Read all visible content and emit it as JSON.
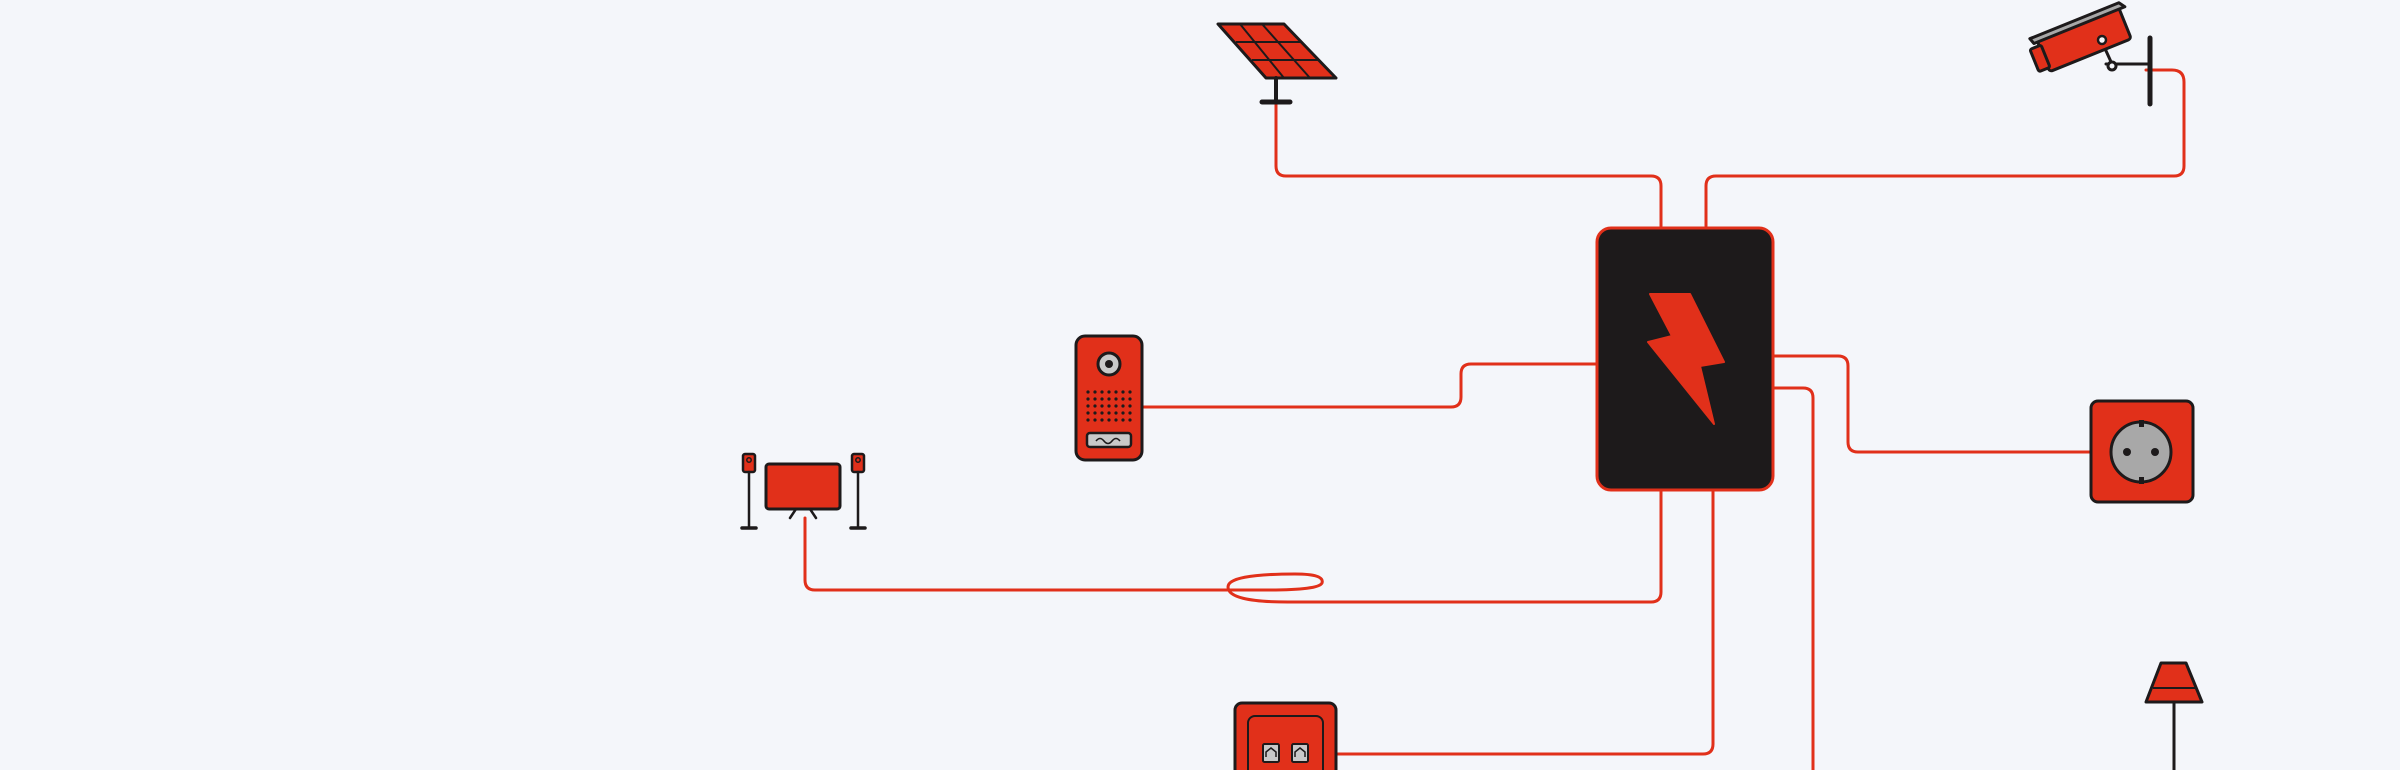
{
  "colors": {
    "background": "#f4f6fa",
    "accent": "#e1301a",
    "dark": "#1d1a1b",
    "light_gray": "#c9c9c9",
    "mid_gray": "#a8a8a8"
  },
  "hub": {
    "icon": "lightning-bolt-icon"
  },
  "devices": [
    {
      "id": "solar",
      "icon": "solar-panel-icon"
    },
    {
      "id": "camera",
      "icon": "security-camera-icon"
    },
    {
      "id": "intercom",
      "icon": "door-intercom-icon"
    },
    {
      "id": "outlet",
      "icon": "power-outlet-icon"
    },
    {
      "id": "tv",
      "icon": "tv-speakers-icon"
    },
    {
      "id": "ethernet",
      "icon": "ethernet-socket-icon"
    },
    {
      "id": "lamp",
      "icon": "floor-lamp-icon"
    }
  ]
}
